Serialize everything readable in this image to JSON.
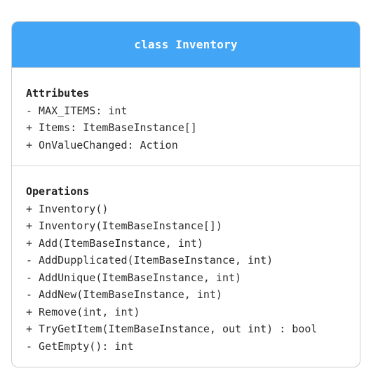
{
  "class_name": "class Inventory",
  "attributes": {
    "title": "Attributes",
    "items": [
      "- MAX_ITEMS: int",
      "+ Items: ItemBaseInstance[]",
      "+ OnValueChanged: Action"
    ]
  },
  "operations": {
    "title": "Operations",
    "items": [
      "+ Inventory()",
      "+ Inventory(ItemBaseInstance[])",
      "+ Add(ItemBaseInstance, int)",
      "- AddDupplicated(ItemBaseInstance, int)",
      "- AddUnique(ItemBaseInstance, int)",
      "- AddNew(ItemBaseInstance, int)",
      "+ Remove(int, int)",
      "+ TryGetItem(ItemBaseInstance, out int) : bool",
      "- GetEmpty(): int"
    ]
  },
  "colors": {
    "header_background": "#42a5f5",
    "header_text": "#ffffff",
    "border": "#cfcfcf"
  }
}
